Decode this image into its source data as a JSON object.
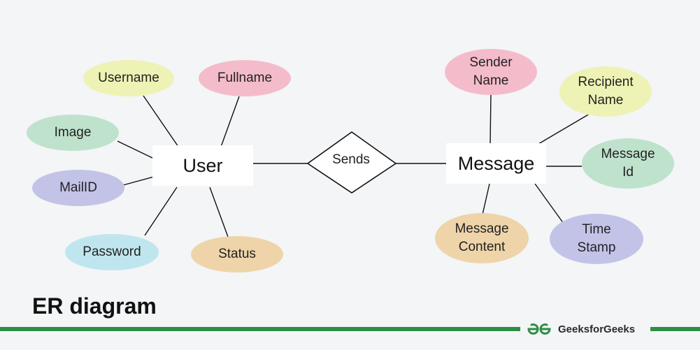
{
  "entities": {
    "user": "User",
    "message": "Message"
  },
  "relationship": {
    "label": "Sends"
  },
  "user_attributes": {
    "username": "Username",
    "fullname": "Fullname",
    "image": "Image",
    "mailid": "MailID",
    "password": "Password",
    "status": "Status"
  },
  "message_attributes": {
    "sender_name": "Sender\nName",
    "recipient_name": "Recipient\nName",
    "message_id": "Message\nId",
    "time_stamp": "Time\nStamp",
    "message_content": "Message\nContent"
  },
  "caption": "ER diagram",
  "brand": {
    "name": "GeeksforGeeks",
    "logo_icon": "gfg-logo-icon",
    "color": "#2f8d46"
  },
  "colors": {
    "yellow": "#eef2b4",
    "pink": "#f4bccb",
    "green": "#bfe2cd",
    "purple": "#c3c3e8",
    "cyan": "#bfe6ee",
    "orange": "#eed4a8"
  }
}
